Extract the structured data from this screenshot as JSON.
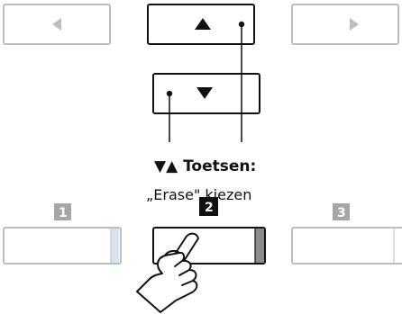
{
  "labels": {
    "main": "▼▲ Toetsen:",
    "sub": "„Erase\" kiezen"
  },
  "button_numbers": {
    "left": "1",
    "center": "2",
    "right": "3"
  },
  "icons": {
    "prev": "triangle-left-icon",
    "next": "triangle-right-icon",
    "up": "triangle-up-icon",
    "down": "triangle-down-icon",
    "hand": "pointing-hand-icon"
  },
  "colors": {
    "inactive": "#bdbdbd",
    "active": "#111111",
    "badge_inactive": "#a6a6a6",
    "badge_active": "#111111",
    "led_inactive": "#d7e3ef",
    "led_active": "#8c8c8c"
  }
}
